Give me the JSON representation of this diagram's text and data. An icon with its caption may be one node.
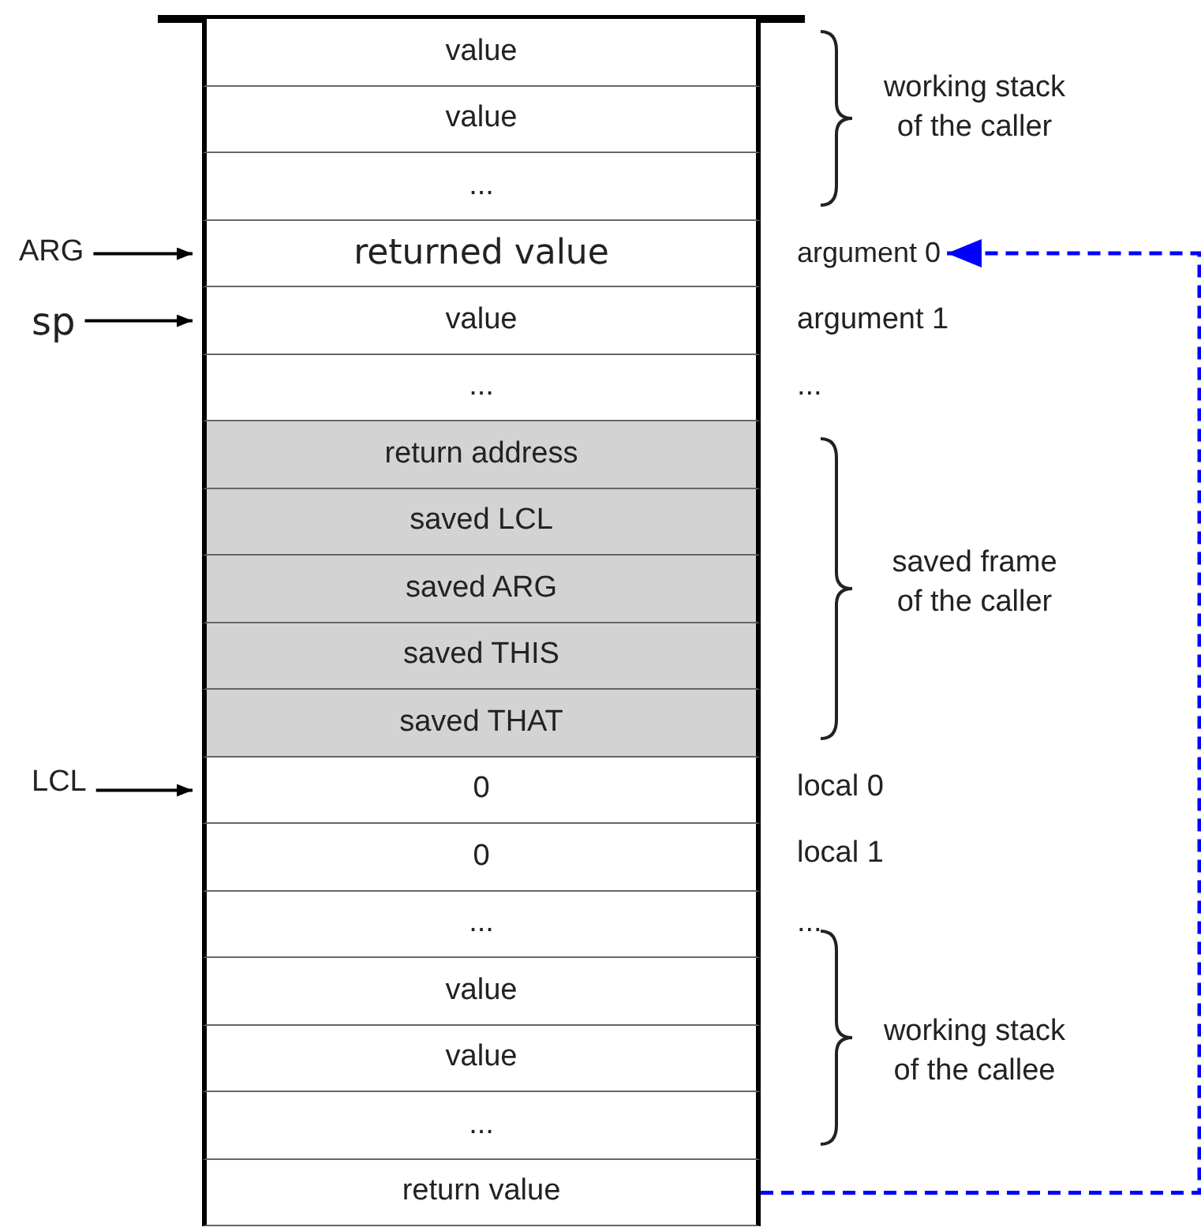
{
  "diagram": {
    "nodes": [
      {
        "text": [
          "value"
        ]
      },
      {
        "text": [
          "value"
        ]
      },
      {
        "text": [
          "..."
        ]
      },
      {
        "text": [
          "returned value"
        ]
      },
      {
        "text": [
          "value"
        ]
      },
      {
        "text": [
          "..."
        ]
      },
      {
        "text": [
          "return address"
        ]
      },
      {
        "text": [
          "saved LCL"
        ]
      },
      {
        "text": [
          "saved ARG"
        ]
      },
      {
        "text": [
          "saved THIS"
        ]
      },
      {
        "text": [
          "saved THAT"
        ]
      },
      {
        "text": [
          "0"
        ]
      },
      {
        "text": [
          "0"
        ]
      },
      {
        "text": [
          "..."
        ]
      },
      {
        "text": [
          "value"
        ]
      },
      {
        "text": [
          "value"
        ]
      },
      {
        "text": [
          "..."
        ]
      },
      {
        "text": [
          "return value"
        ]
      },
      {
        "text": [
          "ARG"
        ]
      },
      {
        "text": [
          "sp"
        ]
      },
      {
        "text": [
          "LCL"
        ]
      },
      {
        "text": [
          "argument 0"
        ]
      }
    ],
    "edges": [
      {
        "from": 18,
        "to": 3,
        "arrow": "to"
      },
      {
        "from": 19,
        "to": 4,
        "arrow": "to"
      },
      {
        "from": 20,
        "to": 11,
        "arrow": "to"
      },
      {
        "from": 17,
        "to": 21,
        "arrow": "to",
        "style": "dashed",
        "color": "#0000ff"
      }
    ],
    "labels": [
      "working stack of the caller",
      "argument 1",
      "...",
      "saved frame of the caller",
      "local 0",
      "local 1",
      "...",
      "working stack of the callee"
    ]
  }
}
